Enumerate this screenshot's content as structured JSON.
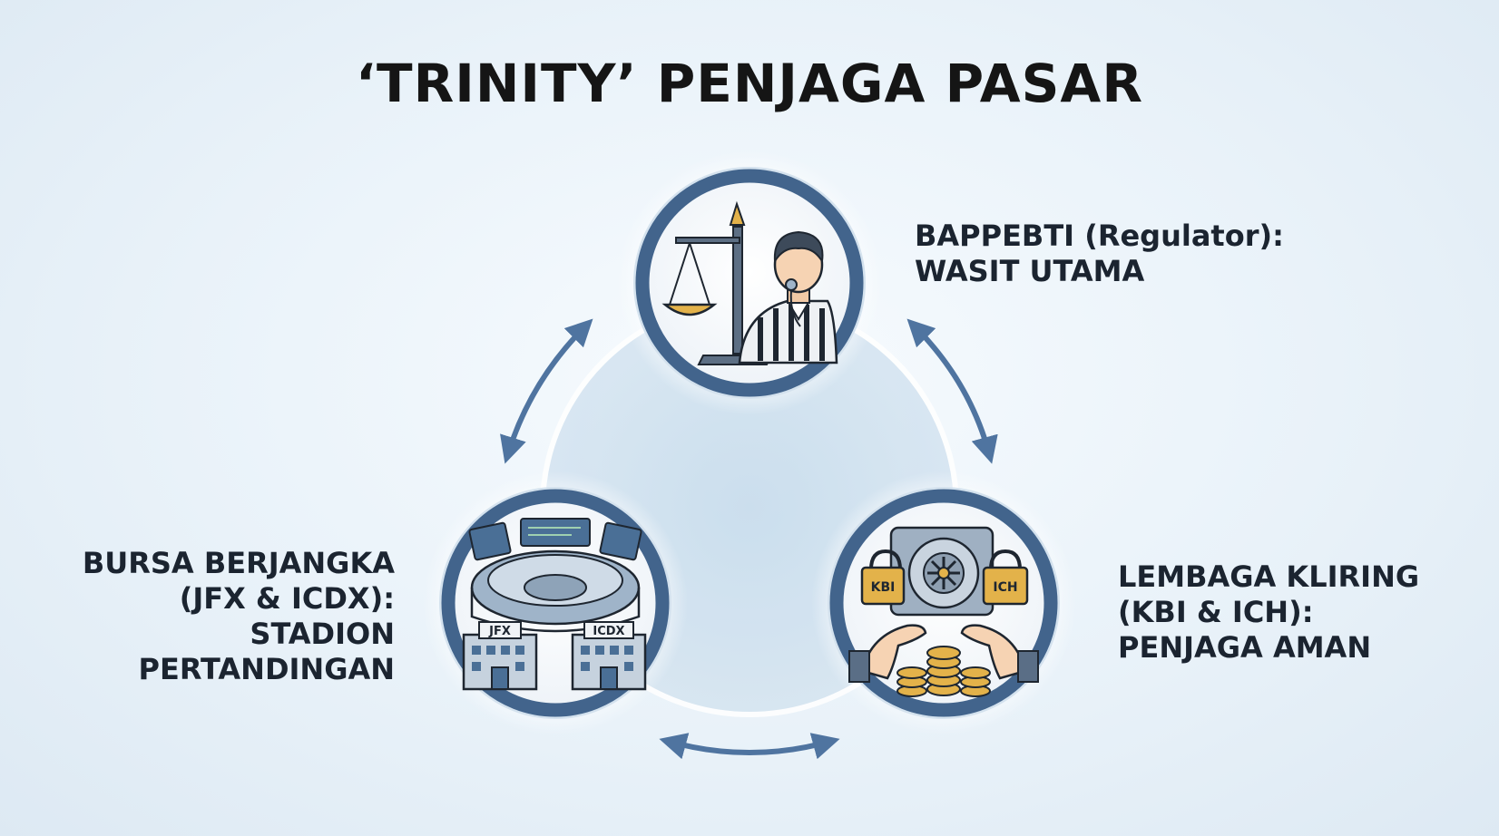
{
  "title": "‘TRINITY’ PENJAGA PASAR",
  "nodes": {
    "top": {
      "icon": "referee-scale-icon",
      "lines": [
        "BAPPEBTI (Regulator):",
        "WASIT UTAMA"
      ]
    },
    "left": {
      "icon": "stadium-icon",
      "building_labels": [
        "JFX",
        "ICDX"
      ],
      "lines": [
        "BURSA BERJANGKA",
        "(JFX & ICDX):",
        "STADION",
        "PERTANDINGAN"
      ]
    },
    "right": {
      "icon": "vault-icon",
      "lock_labels": [
        "KBI",
        "ICH"
      ],
      "lines": [
        "LEMBAGA KLIRING",
        "(KBI & ICH):",
        "PENJAGA AMAN"
      ]
    }
  },
  "colors": {
    "ring": "#42648c",
    "arrow": "#4f74a0",
    "gold": "#e3b24a",
    "text": "#1b2430"
  }
}
